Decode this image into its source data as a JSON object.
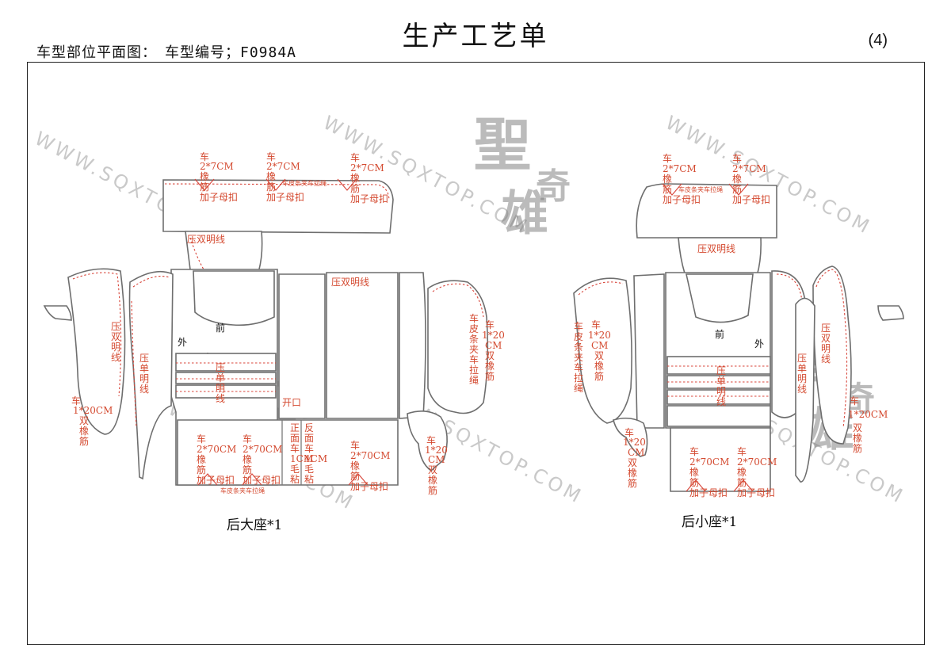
{
  "header": {
    "title": "生产工艺单",
    "subtitle": "车型部位平面图：　车型编号；F0984A",
    "page_number": "(4)"
  },
  "watermark": {
    "text": "WWW.SQXTOP.COM",
    "logo_chars": [
      "聖",
      "奇",
      "雄"
    ]
  },
  "seats": {
    "large": {
      "caption": "后大座*1",
      "labels": {
        "front": "前",
        "outside": "外"
      },
      "annotations": {
        "top_buckle_1": [
          "车",
          "2*7CM",
          "橡",
          "筋",
          "加子母扣"
        ],
        "top_buckle_2": [
          "车",
          "2*7CM",
          "橡",
          "筋",
          "加子母扣"
        ],
        "top_buckle_3": [
          "车",
          "2*7CM",
          "橡",
          "筋",
          "加子母扣"
        ],
        "top_rope_note": "车皮条夹车拉绳",
        "double_topstitch_1": "压双明线",
        "double_topstitch_2": "压双明线",
        "left_double": [
          "压",
          "双",
          "明",
          "线"
        ],
        "left_single": [
          "压",
          "单",
          "明",
          "线"
        ],
        "left_elastic": [
          "车",
          "1*20CM",
          "双",
          "橡",
          "筋"
        ],
        "center_single": [
          "压",
          "单",
          "明",
          "线"
        ],
        "opening": "开口",
        "velcro": [
          "正",
          "面",
          "车",
          "1CM",
          "毛",
          "粘"
        ],
        "back_velcro": [
          "反",
          "面",
          "车",
          "4CM",
          "毛",
          "粘"
        ],
        "bottom_buckle_1": [
          "车",
          "2*70CM",
          "橡",
          "筋",
          "加子母扣"
        ],
        "bottom_buckle_2": [
          "车",
          "2*70CM",
          "橡",
          "筋",
          "加子母扣"
        ],
        "bottom_buckle_3": [
          "车",
          "2*70CM",
          "橡",
          "筋",
          "加子母扣"
        ],
        "bottom_rope_note": "车皮条夹车拉绳",
        "right_rope": [
          "车",
          "皮",
          "条",
          "夹",
          "车",
          "拉",
          "绳"
        ],
        "right_elastic": [
          "车",
          "1*20",
          "CM",
          "双",
          "橡",
          "筋"
        ],
        "flap_elastic": [
          "车",
          "1*20",
          "CM",
          "双",
          "橡",
          "筋"
        ]
      }
    },
    "small": {
      "caption": "后小座*1",
      "labels": {
        "front": "前",
        "outside": "外"
      },
      "annotations": {
        "top_buckle_1": [
          "车",
          "2*7CM",
          "橡",
          "筋",
          "加子母扣"
        ],
        "top_buckle_2": [
          "车",
          "2*7CM",
          "橡",
          "筋",
          "加子母扣"
        ],
        "top_rope_note": "车皮条夹车拉绳",
        "double_topstitch": "压双明线",
        "left_rope": [
          "车",
          "皮",
          "条",
          "夹",
          "车",
          "拉",
          "绳"
        ],
        "left_elastic": [
          "车",
          "1*20",
          "CM",
          "双",
          "橡",
          "筋"
        ],
        "center_single": [
          "压",
          "单",
          "明",
          "线"
        ],
        "flap_elastic": [
          "车",
          "1*20",
          "CM",
          "双",
          "橡",
          "筋"
        ],
        "bottom_buckle_1": [
          "车",
          "2*70CM",
          "橡",
          "筋",
          "加子母扣"
        ],
        "bottom_buckle_2": [
          "车",
          "2*70CM",
          "橡",
          "筋",
          "加子母扣"
        ],
        "right_double": [
          "压",
          "双",
          "明",
          "线"
        ],
        "right_single": [
          "压",
          "单",
          "明",
          "线"
        ],
        "right_elastic": [
          "车",
          "1*20CM",
          "双",
          "橡",
          "筋"
        ]
      }
    }
  }
}
